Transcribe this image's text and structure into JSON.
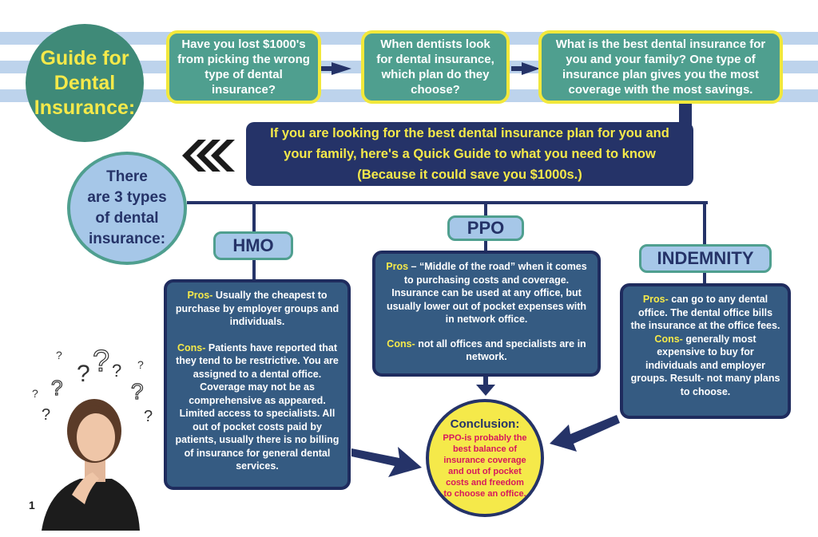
{
  "title": [
    "Guide for",
    "Dental",
    "Insurance:"
  ],
  "questions": [
    "Have you lost $1000's from picking the wrong type of dental insurance?",
    "When dentists look for dental insurance, which plan do they choose?",
    "What is the best dental insurance for you and your family? One type of insurance plan gives you the most coverage with the most savings."
  ],
  "quick_guide": "If you are looking for the best dental insurance plan for you and your family, here's a Quick Guide to what you need to know (Because it could save you $1000s.)",
  "types_intro": [
    "There",
    "are 3 types",
    "of dental",
    "insurance:"
  ],
  "hmo": {
    "label": "HMO",
    "pros_label": "Pros-",
    "pros": "Usually the cheapest to purchase by employer groups and individuals.",
    "cons_label": "Cons-",
    "cons": "Patients have reported that they tend to be restrictive. You are assigned to a dental office. Coverage may not be as comprehensive as appeared. Limited access to specialists. All out of pocket costs paid by patients, usually there is no billing of insurance for general dental services."
  },
  "ppo": {
    "label": "PPO",
    "pros_label": "Pros",
    "pros": "– “Middle of the road”  when it comes to purchasing costs and coverage. Insurance can be used at any office, but usually lower out of pocket expenses with in network office.",
    "cons_label": "Cons-",
    "cons": "not all offices and specialists are in network."
  },
  "indemnity": {
    "label": "INDEMNITY",
    "pros_label": "Pros-",
    "pros": "can go to any dental office. The dental office bills the insurance at the office fees.",
    "cons_label": "Cons-",
    "cons": "generally most expensive to buy for individuals and employer groups. Result- not many plans to choose."
  },
  "conclusion": {
    "title": "Conclusion:",
    "text": "PPO-is probably the best balance of insurance coverage and out of pocket costs and freedom to choose an office."
  },
  "page_number": "1",
  "colors": {
    "navy": "#253368",
    "teal": "#4f9f8f",
    "yellow": "#f5e94a",
    "light_blue": "#a6c7e8",
    "box_blue": "#355b82",
    "magenta": "#d6175d"
  }
}
